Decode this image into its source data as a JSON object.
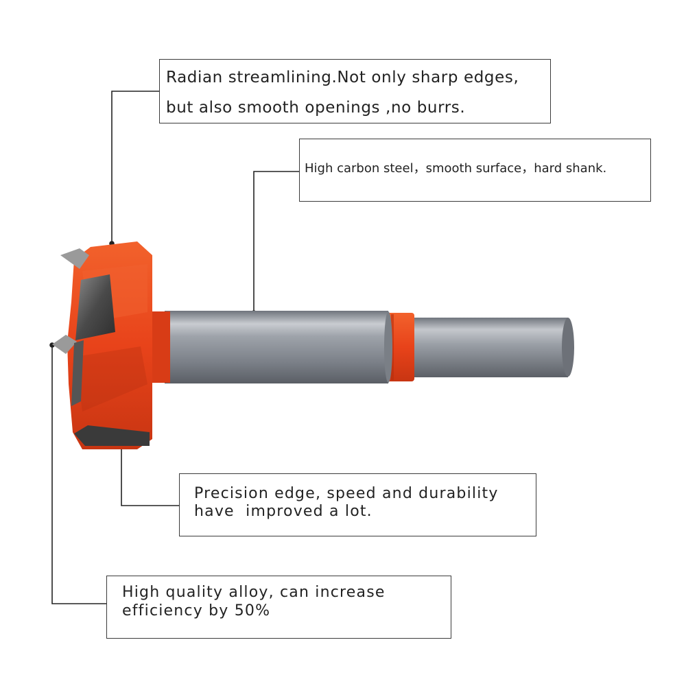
{
  "callouts": {
    "top": {
      "line1": "Radian streamlining.Not only sharp edges,",
      "line2": "but also smooth openings ,no burrs."
    },
    "shank": {
      "line1": "High carbon steel，smooth surface，hard shank."
    },
    "edge": {
      "line1": "Precision edge, speed and durability",
      "line2": "have  improved a lot."
    },
    "alloy": {
      "line1": "High quality alloy, can increase",
      "line2": "efficiency by 50%"
    }
  },
  "colors": {
    "body_orange": "#e8431a",
    "shank_gray": "#8a8f98",
    "blade_dark": "#4a4a4a",
    "leader_line": "#222222",
    "box_border": "#3a3a3a"
  }
}
